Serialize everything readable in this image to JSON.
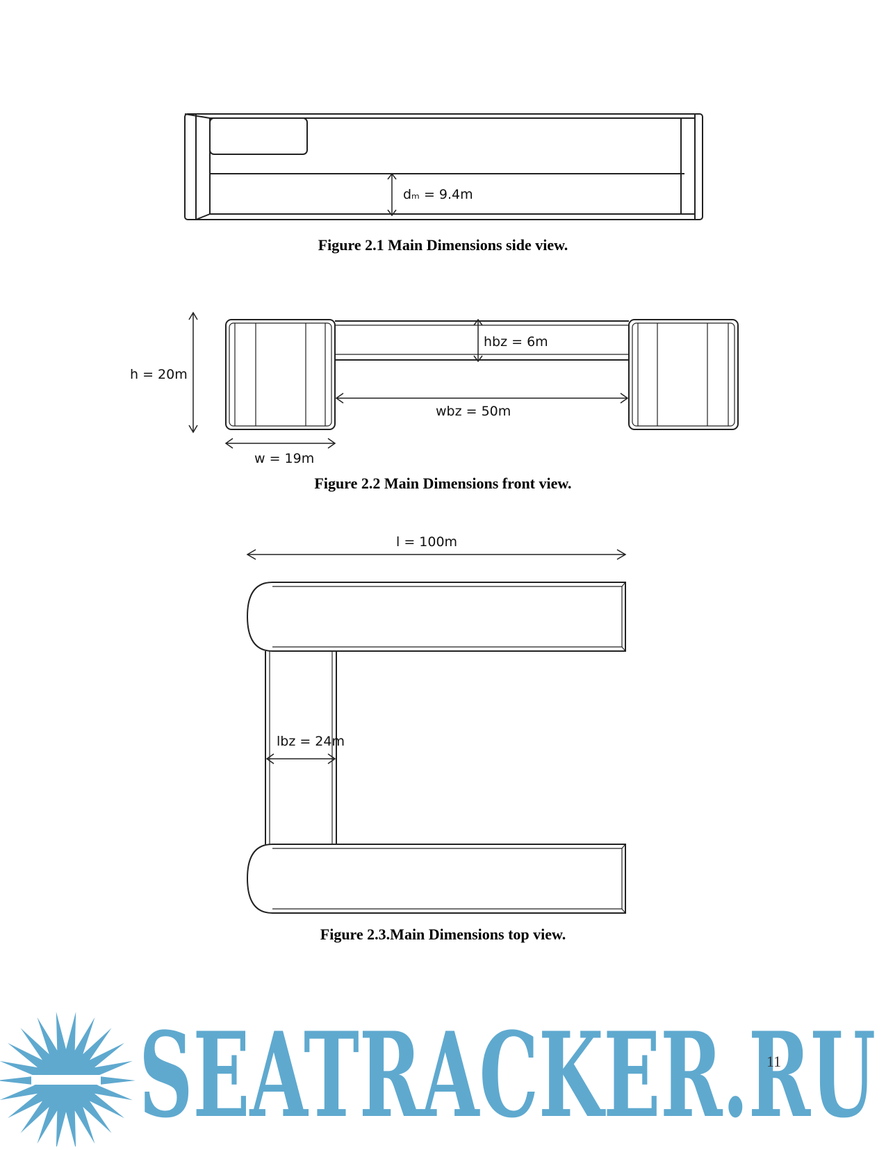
{
  "figures": [
    {
      "caption": "Figure 2.1 Main Dimensions side view.",
      "labels": {
        "draft": "dₘ  =  9.4m"
      }
    },
    {
      "caption": "Figure 2.2 Main Dimensions front view.",
      "labels": {
        "height": "h = 20m",
        "brace_height": "hbz = 6m",
        "brace_width": "wbz = 50m",
        "width": "w = 19m"
      }
    },
    {
      "caption": "Figure 2.3.Main Dimensions top view.",
      "labels": {
        "length": "l = 100m",
        "brace_length": "lbz = 24m"
      }
    }
  ],
  "page_number": "11",
  "watermark": {
    "text": "SEATRACKER.RU",
    "color": "#5fa9cf"
  }
}
